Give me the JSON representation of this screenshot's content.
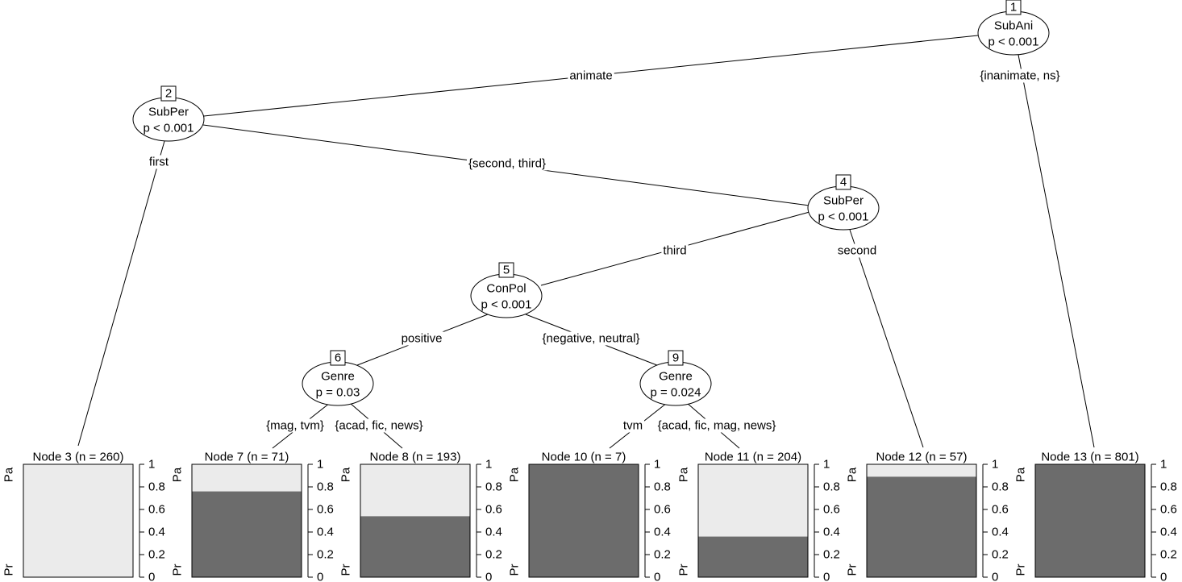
{
  "colors": {
    "Pa": "#ebebeb",
    "Pr": "#6c6c6c",
    "stroke": "#000000"
  },
  "y_ticks": [
    "1",
    "0.8",
    "0.6",
    "0.4",
    "0.2",
    "0"
  ],
  "side_labels": {
    "top": "Pa",
    "bottom": "Pr"
  },
  "inner_nodes": [
    {
      "id": "1",
      "variable": "SubAni",
      "pvalue": "p < 0.001"
    },
    {
      "id": "2",
      "variable": "SubPer",
      "pvalue": "p < 0.001"
    },
    {
      "id": "4",
      "variable": "SubPer",
      "pvalue": "p < 0.001"
    },
    {
      "id": "5",
      "variable": "ConPol",
      "pvalue": "p < 0.001"
    },
    {
      "id": "6",
      "variable": "Genre",
      "pvalue": "p = 0.03"
    },
    {
      "id": "9",
      "variable": "Genre",
      "pvalue": "p = 0.024"
    }
  ],
  "edges": [
    {
      "from": "1",
      "to": "2",
      "label": "animate"
    },
    {
      "from": "1",
      "to": "13",
      "label": "{inanimate, ns}"
    },
    {
      "from": "2",
      "to": "3",
      "label": "first"
    },
    {
      "from": "2",
      "to": "4",
      "label": "{second, third}"
    },
    {
      "from": "4",
      "to": "5",
      "label": "third"
    },
    {
      "from": "4",
      "to": "12",
      "label": "second"
    },
    {
      "from": "5",
      "to": "6",
      "label": "positive"
    },
    {
      "from": "5",
      "to": "9",
      "label": "{negative, neutral}"
    },
    {
      "from": "6",
      "to": "7",
      "label": "{mag, tvm}"
    },
    {
      "from": "6",
      "to": "8",
      "label": "{acad, fic, news}"
    },
    {
      "from": "9",
      "to": "10",
      "label": "tvm"
    },
    {
      "from": "9",
      "to": "11",
      "label": "{acad, fic, mag, news}"
    }
  ],
  "chart_data": {
    "type": "bar",
    "title": "",
    "y_axis_ticks": [
      "0",
      "0.2",
      "0.4",
      "0.6",
      "0.8",
      "1"
    ],
    "ylim": [
      0,
      1
    ],
    "categories": [
      "Pa",
      "Pr"
    ],
    "terminal_nodes": [
      {
        "id": "3",
        "title": "Node 3 (n = 260)",
        "pr_share": 0.0
      },
      {
        "id": "7",
        "title": "Node 7 (n = 71)",
        "pr_share": 0.76
      },
      {
        "id": "8",
        "title": "Node 8 (n = 193)",
        "pr_share": 0.54
      },
      {
        "id": "10",
        "title": "Node 10 (n = 7)",
        "pr_share": 1.0
      },
      {
        "id": "11",
        "title": "Node 11 (n = 204)",
        "pr_share": 0.36
      },
      {
        "id": "12",
        "title": "Node 12 (n = 57)",
        "pr_share": 0.89
      },
      {
        "id": "13",
        "title": "Node 13 (n = 801)",
        "pr_share": 1.0
      }
    ]
  }
}
